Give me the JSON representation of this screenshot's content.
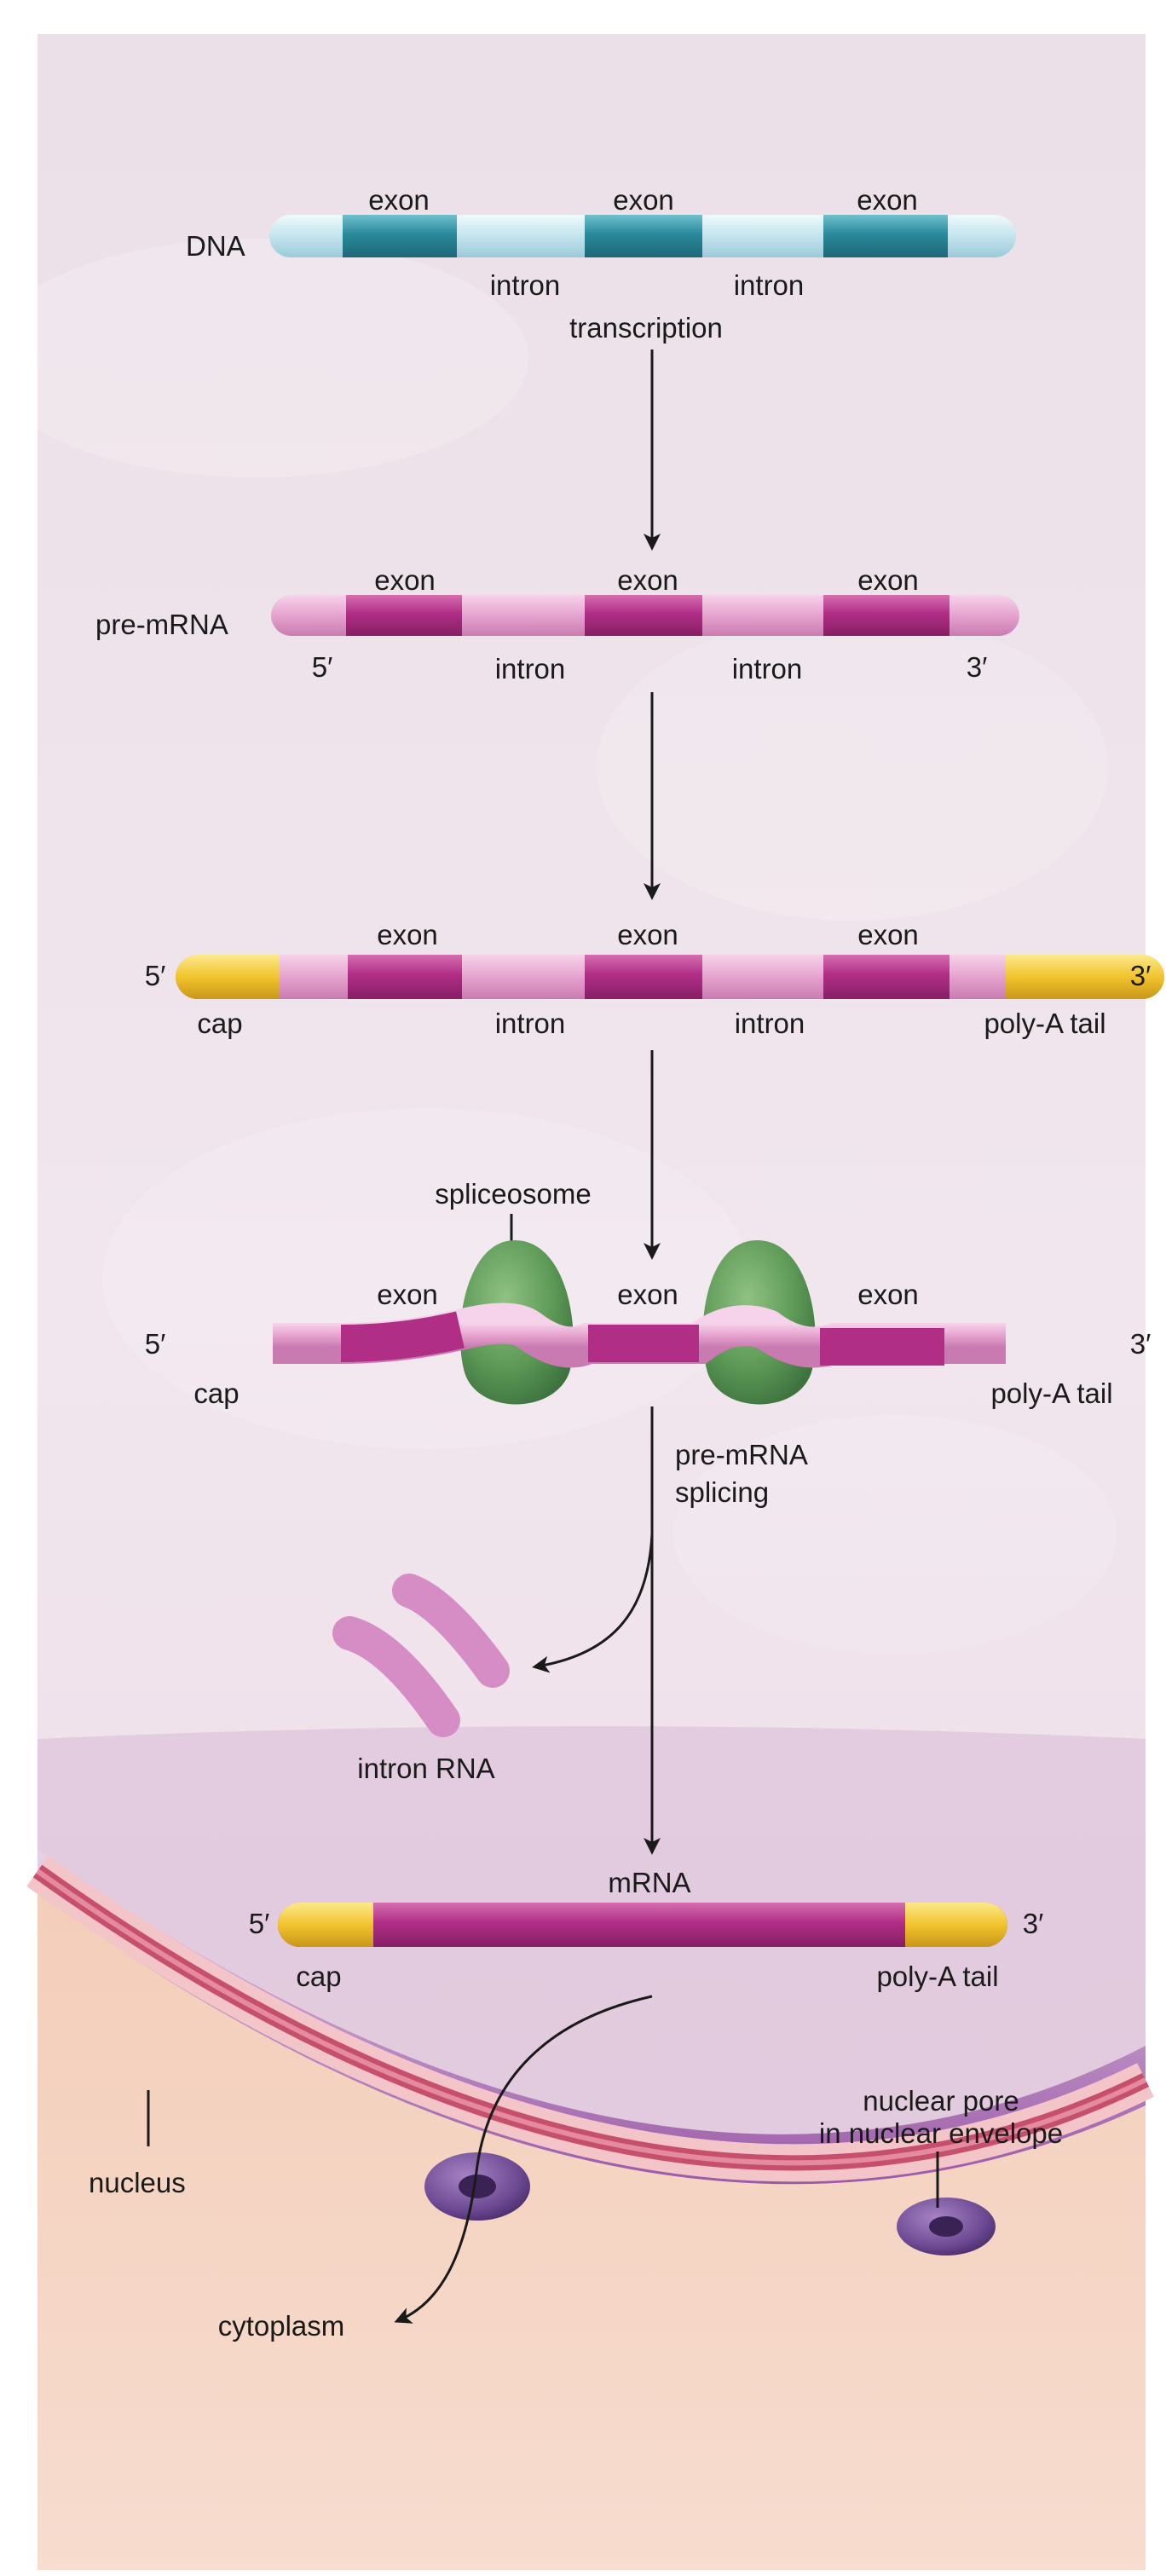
{
  "stages": {
    "dna": {
      "label": "DNA",
      "exon_1": "exon",
      "exon_2": "exon",
      "exon_3": "exon",
      "intron_1": "intron",
      "intron_2": "intron"
    },
    "transcription_label": "transcription",
    "pre_mrna": {
      "label": "pre-mRNA",
      "five_prime": "5′",
      "three_prime": "3′",
      "exon_1": "exon",
      "exon_2": "exon",
      "exon_3": "exon",
      "intron_1": "intron",
      "intron_2": "intron"
    },
    "capped": {
      "five_prime": "5′",
      "three_prime": "3′",
      "cap": "cap",
      "poly_a": "poly-A tail",
      "exon_1": "exon",
      "exon_2": "exon",
      "exon_3": "exon",
      "intron_1": "intron",
      "intron_2": "intron"
    },
    "splicing": {
      "spliceosome": "spliceosome",
      "five_prime": "5′",
      "three_prime": "3′",
      "cap": "cap",
      "poly_a": "poly-A tail",
      "exon_1": "exon",
      "exon_2": "exon",
      "exon_3": "exon",
      "step_line1": "pre-mRNA",
      "step_line2": "splicing"
    },
    "intron_rna": "intron RNA",
    "mrna": {
      "label": "mRNA",
      "five_prime": "5′",
      "three_prime": "3′",
      "cap": "cap",
      "poly_a": "poly-A tail"
    }
  },
  "cell": {
    "nucleus": "nucleus",
    "pore_line1": "nuclear pore",
    "pore_line2": "in nuclear envelope",
    "cytoplasm": "cytoplasm"
  },
  "colors": {
    "dna_exon": "#2a8a9b",
    "dna_intron": "#c4e4ee",
    "rna_exon": "#b02e86",
    "rna_intron": "#e6a3cf",
    "cap": "#f2c32e",
    "spliceosome": "#5e9a57",
    "nucleus": "#9a5aa8",
    "cytoplasm": "#f3cdb8"
  }
}
